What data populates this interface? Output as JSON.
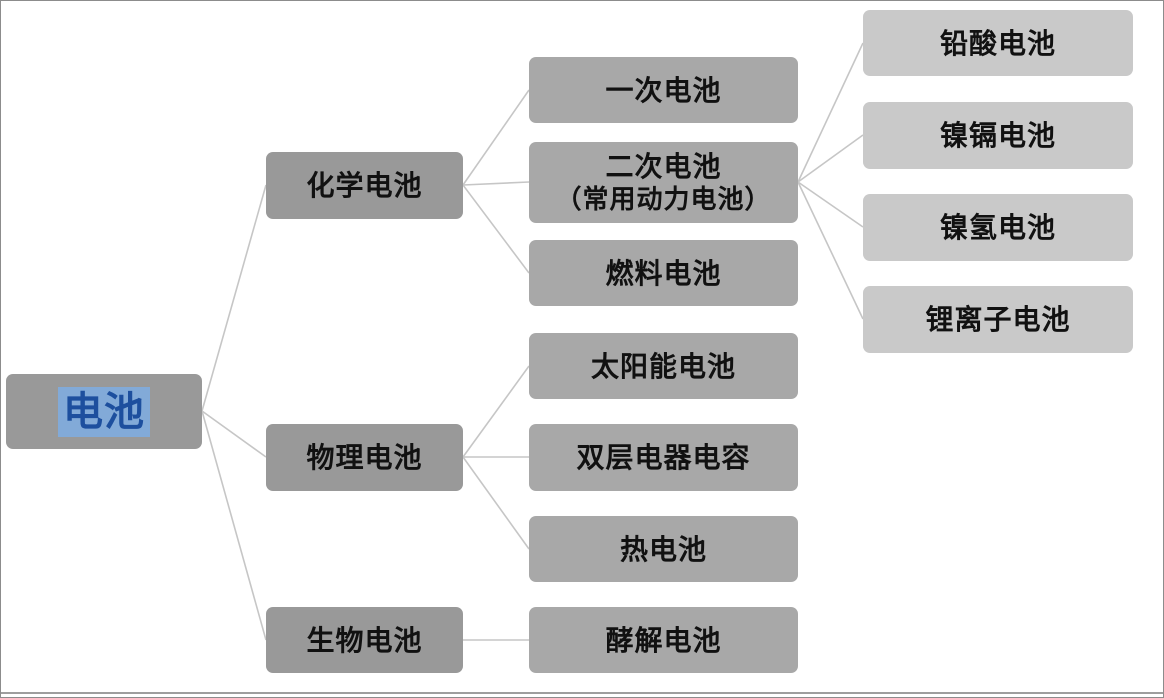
{
  "colors": {
    "level1_box": "#999999",
    "level2_box": "#999999",
    "level3_box": "#a8a8a8",
    "level4_box": "#c9c9c9",
    "connector": "#c6c6c6",
    "root_text": "#1d4f9e",
    "root_highlight": "#82aad8",
    "node_text": "#111111"
  },
  "nodes": {
    "root": {
      "label": "电池"
    },
    "chemical": {
      "label": "化学电池"
    },
    "physical": {
      "label": "物理电池"
    },
    "biological": {
      "label": "生物电池"
    },
    "primary": {
      "label": "一次电池"
    },
    "secondary": {
      "line1": "二次电池",
      "line2": "（常用动力电池）"
    },
    "fuel": {
      "label": "燃料电池"
    },
    "solar": {
      "label": "太阳能电池"
    },
    "capacitor": {
      "label": "双层电器电容"
    },
    "thermal": {
      "label": "热电池"
    },
    "fermentation": {
      "label": "酵解电池"
    },
    "lead_acid": {
      "label": "铅酸电池"
    },
    "nicd": {
      "label": "镍镉电池"
    },
    "nimh": {
      "label": "镍氢电池"
    },
    "li_ion": {
      "label": "锂离子电池"
    }
  },
  "hierarchy": {
    "电池": {
      "化学电池": {
        "一次电池": [],
        "二次电池（常用动力电池）": [
          "铅酸电池",
          "镍镉电池",
          "镍氢电池",
          "锂离子电池"
        ],
        "燃料电池": []
      },
      "物理电池": {
        "太阳能电池": [],
        "双层电器电容": [],
        "热电池": []
      },
      "生物电池": {
        "酵解电池": []
      }
    }
  }
}
